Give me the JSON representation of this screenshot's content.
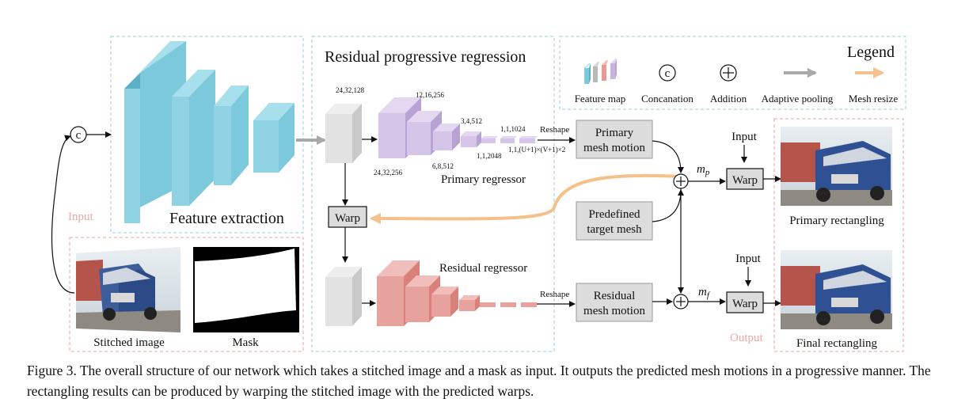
{
  "figure": {
    "input_label": "Input",
    "output_label": "Output",
    "concat_symbol": "c",
    "feature_extraction": "Feature extraction",
    "residual_progressive": "Residual progressive regression",
    "primary_regressor": "Primary regressor",
    "residual_regressor": "Residual regressor",
    "warp": "Warp",
    "reshape": "Reshape",
    "primary_mesh_motion_line1": "Primary",
    "primary_mesh_motion_line2": "mesh motion",
    "residual_mesh_motion_line1": "Residual",
    "residual_mesh_motion_line2": "mesh motion",
    "predefined_line1": "Predefined",
    "predefined_line2": "target mesh",
    "mp_label": "m",
    "mp_sub": "p",
    "mf_label": "m",
    "mf_sub": "f",
    "input_top": "Input",
    "input_bottom": "Input",
    "stitched_image": "Stitched image",
    "mask": "Mask",
    "primary_rectangling": "Primary rectangling",
    "final_rectangling": "Final rectangling",
    "dims": {
      "d1": "24,32,128",
      "d2": "12,16,256",
      "d3": "24,32,256",
      "d4": "6,8,512",
      "d5": "3,4,512",
      "d6": "1,1,2048",
      "d7": "1,1,1024",
      "d8": "1,1,(U+1)×(V+1)×2"
    }
  },
  "legend": {
    "title": "Legend",
    "feature_map": "Feature map",
    "concanation": "Concanation",
    "concat_symbol": "c",
    "addition": "Addition",
    "adaptive_pooling": "Adaptive pooling",
    "mesh_resize": "Mesh resize"
  },
  "caption": "Figure 3. The overall structure of our network which takes a stitched image and a mask as input. It outputs the predicted mesh motions in a progressive manner. The rectangling results can be produced by warping the stitched image with the predicted warps.",
  "colors": {
    "feature_blue": "#7cc9dc",
    "feature_blue_dark": "#5bb0c8",
    "primary_purple": "#c8b4de",
    "residual_red": "#e59a96",
    "gray_block": "#dedede",
    "adaptive_pooling_arrow": "#a9a9a9",
    "mesh_resize_arrow": "#f5c08a",
    "dashed_teal": "#8fd3cf",
    "dashed_pink": "#eaa3a3",
    "input_output_text": "#e8a9a0"
  }
}
